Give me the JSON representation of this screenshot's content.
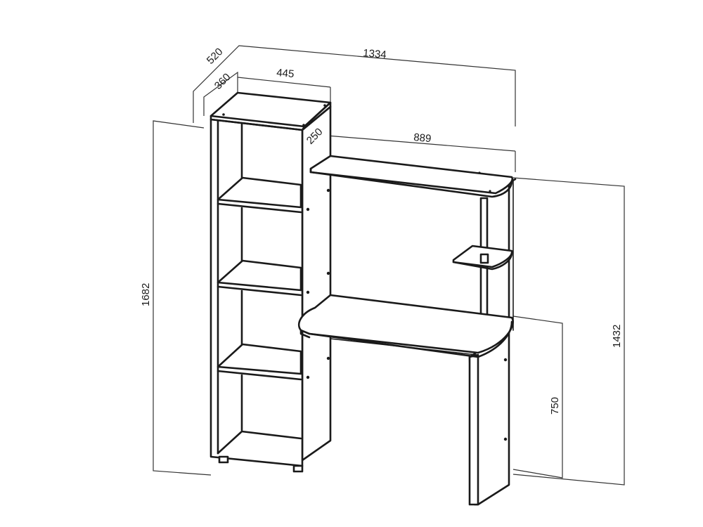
{
  "dimensions": {
    "total_depth": "520",
    "shelf_depth": "360",
    "shelf_width": "445",
    "total_width": "1334",
    "top_shelf_depth": "250",
    "desk_width": "889",
    "total_height": "1682",
    "desk_unit_height": "1432",
    "desk_height": "750"
  },
  "colors": {
    "line": "#1a1a1a",
    "background": "#ffffff"
  }
}
